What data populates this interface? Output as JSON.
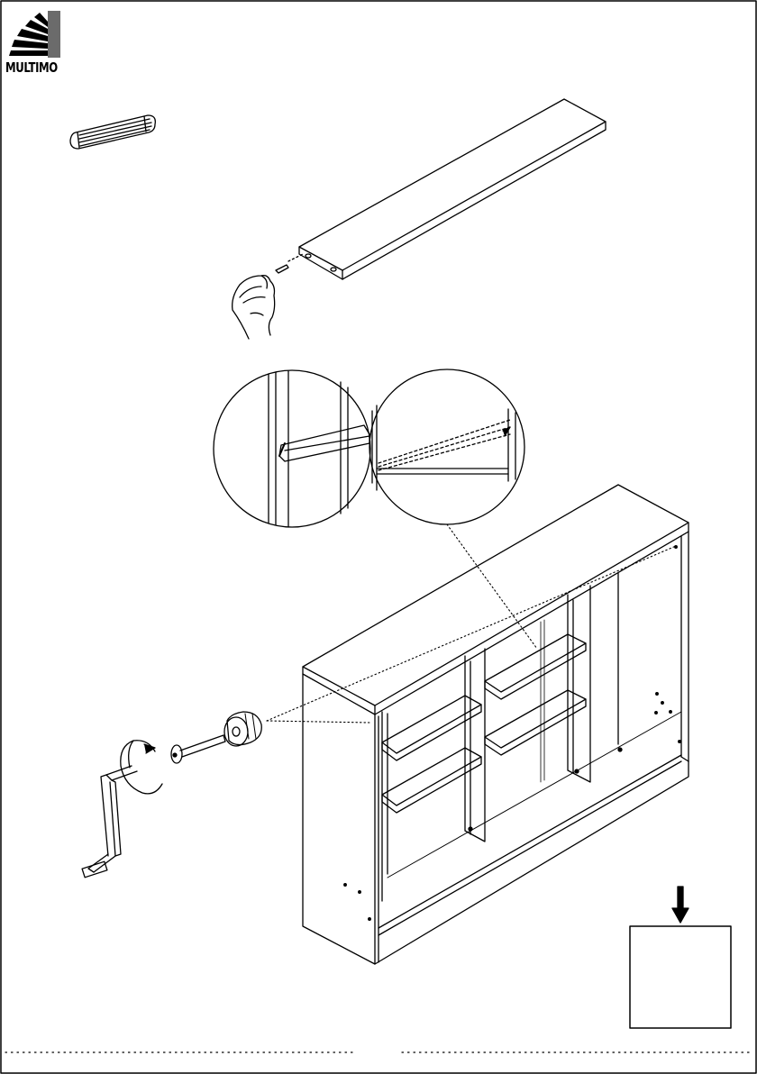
{
  "brand": {
    "name": "MULTIMO",
    "logo_icon": "multimo-fan-logo"
  },
  "steps": [
    {
      "illustration": "insert-wooden-dowel-into-shelf-board"
    },
    {
      "illustration": "detail-views-shelf-fitting-and-hidden-connection"
    },
    {
      "illustration": "tighten-cam-lock-with-crank-tool"
    },
    {
      "illustration": "press-down-on-top-panel-arrow"
    }
  ],
  "colors": {
    "line": "#000000",
    "paper": "#ffffff",
    "logo_gray": "#6b6b6b"
  }
}
